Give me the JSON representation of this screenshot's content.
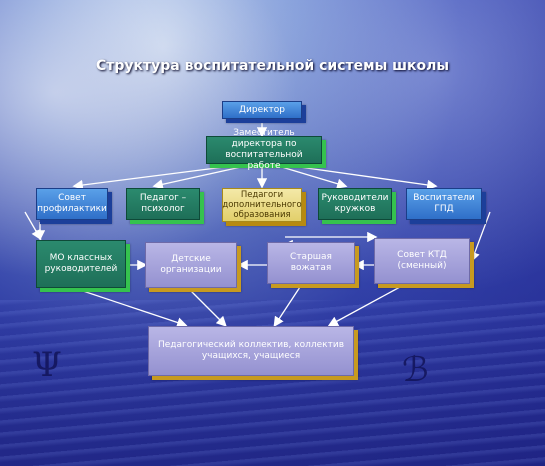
{
  "title": "Структура воспитательной системы школы",
  "nodes": {
    "director": "Директор",
    "deputy": "Заместитель директора по воспитательной работе",
    "council_prevention": "Совет профилактики",
    "psychologist": "Педагог – психолог",
    "additional_ed": "Педагоги дополнительного образования",
    "club_leaders": "Руководители кружков",
    "gpd": "Воспитатели ГПД",
    "mo_class": "МО классных руководителей",
    "children_orgs": "Детские организации",
    "senior_leader": "Старшая вожатая",
    "ktd_council": "Совет КТД (сменный)",
    "collective": "Педагогический коллектив, коллектив учащихся, учащиеся"
  },
  "colors": {
    "blue_box": "#2f6fc8",
    "green_box": "#1e6f58",
    "lavender_box": "#9491d0",
    "gold_box": "#e2cf6a",
    "connector": "#ffffff"
  }
}
